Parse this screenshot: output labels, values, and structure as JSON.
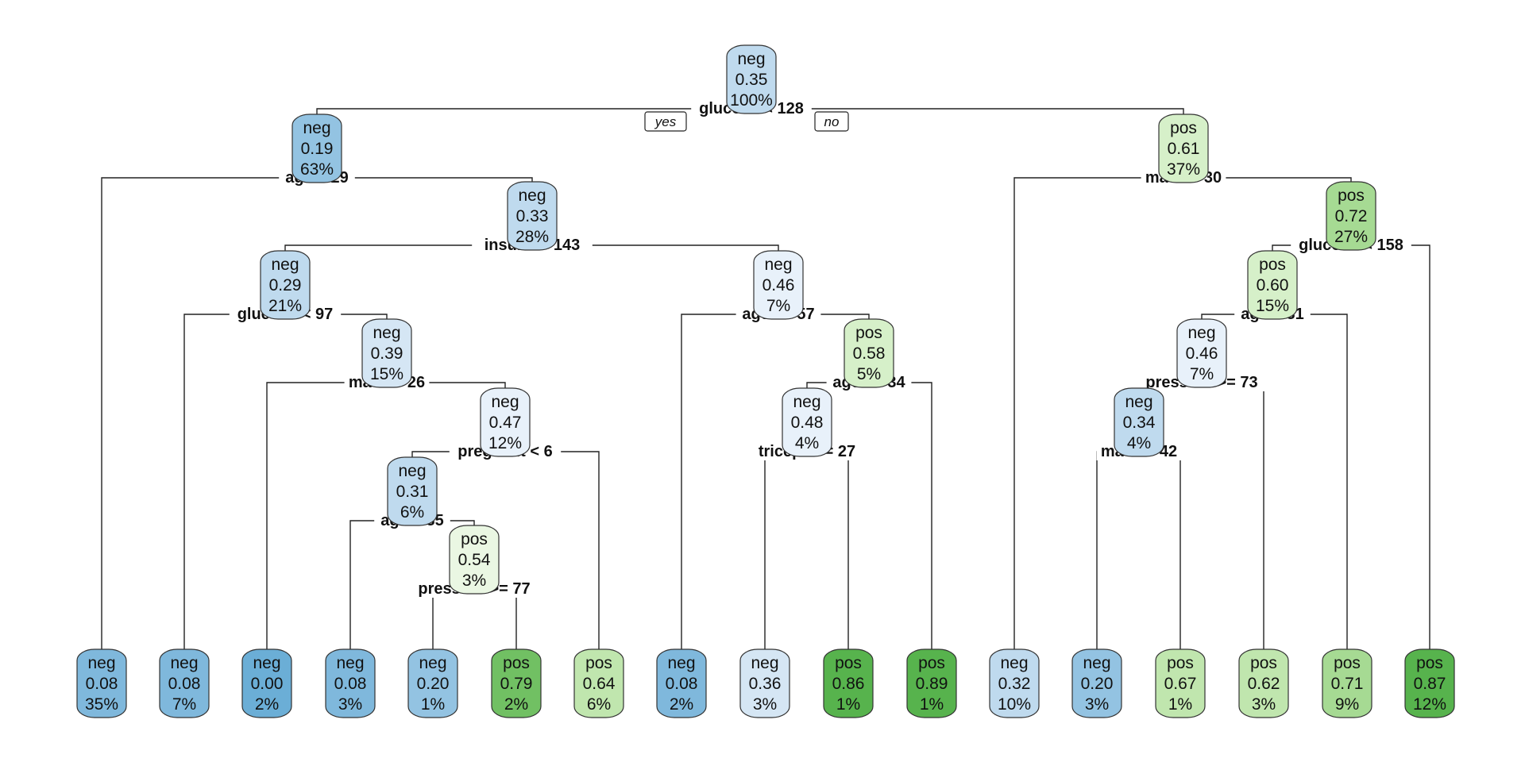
{
  "colors": {
    "neg_scale": [
      "#6baed6",
      "#7fb8dc",
      "#93c3e2",
      "#a9cfe8",
      "#bfdaee",
      "#d5e6f4",
      "#e8f1fa"
    ],
    "pos_scale": [
      "#eaf7e3",
      "#d6f0c9",
      "#c0e6ae",
      "#a6da93",
      "#8dce7b",
      "#71c063",
      "#57b34d"
    ],
    "edge": "#222222"
  },
  "edge_labels": {
    "yes": "yes",
    "no": "no"
  },
  "tree": {
    "nodes": [
      {
        "id": "root",
        "class": "neg",
        "prob": "0.35",
        "pct": "100%",
        "split": "glucose < 128"
      },
      {
        "id": "n2",
        "class": "neg",
        "prob": "0.19",
        "pct": "63%",
        "split": "age < 29"
      },
      {
        "id": "n3",
        "class": "pos",
        "prob": "0.61",
        "pct": "37%",
        "split": "mass < 30"
      },
      {
        "id": "n5",
        "class": "neg",
        "prob": "0.33",
        "pct": "28%",
        "split": "insulin < 143"
      },
      {
        "id": "n10",
        "class": "neg",
        "prob": "0.29",
        "pct": "21%",
        "split": "glucose < 97"
      },
      {
        "id": "n21",
        "class": "neg",
        "prob": "0.39",
        "pct": "15%",
        "split": "mass < 26"
      },
      {
        "id": "n43",
        "class": "neg",
        "prob": "0.47",
        "pct": "12%",
        "split": "pregnant < 6"
      },
      {
        "id": "n86",
        "class": "neg",
        "prob": "0.31",
        "pct": "6%",
        "split": "age < 35"
      },
      {
        "id": "n173",
        "class": "pos",
        "prob": "0.54",
        "pct": "3%",
        "split": "pressure >= 77"
      },
      {
        "id": "n11",
        "class": "neg",
        "prob": "0.46",
        "pct": "7%",
        "split": "age >= 57"
      },
      {
        "id": "n23",
        "class": "pos",
        "prob": "0.58",
        "pct": "5%",
        "split": "age >= 34"
      },
      {
        "id": "n46",
        "class": "neg",
        "prob": "0.48",
        "pct": "4%",
        "split": "triceps >= 27"
      },
      {
        "id": "n7",
        "class": "pos",
        "prob": "0.72",
        "pct": "27%",
        "split": "glucose < 158"
      },
      {
        "id": "n14",
        "class": "pos",
        "prob": "0.60",
        "pct": "15%",
        "split": "age < 31"
      },
      {
        "id": "n28",
        "class": "neg",
        "prob": "0.46",
        "pct": "7%",
        "split": "pressure >= 73"
      },
      {
        "id": "n57",
        "class": "neg",
        "prob": "0.34",
        "pct": "4%",
        "split": "mass < 42"
      },
      {
        "id": "L1",
        "class": "neg",
        "prob": "0.08",
        "pct": "35%",
        "split": ""
      },
      {
        "id": "L2",
        "class": "neg",
        "prob": "0.08",
        "pct": "7%",
        "split": ""
      },
      {
        "id": "L3",
        "class": "neg",
        "prob": "0.00",
        "pct": "2%",
        "split": ""
      },
      {
        "id": "L4",
        "class": "neg",
        "prob": "0.08",
        "pct": "3%",
        "split": ""
      },
      {
        "id": "L5",
        "class": "neg",
        "prob": "0.20",
        "pct": "1%",
        "split": ""
      },
      {
        "id": "L6",
        "class": "pos",
        "prob": "0.79",
        "pct": "2%",
        "split": ""
      },
      {
        "id": "L7",
        "class": "pos",
        "prob": "0.64",
        "pct": "6%",
        "split": ""
      },
      {
        "id": "L8",
        "class": "neg",
        "prob": "0.08",
        "pct": "2%",
        "split": ""
      },
      {
        "id": "L9",
        "class": "neg",
        "prob": "0.36",
        "pct": "3%",
        "split": ""
      },
      {
        "id": "L10",
        "class": "pos",
        "prob": "0.86",
        "pct": "1%",
        "split": ""
      },
      {
        "id": "L11",
        "class": "pos",
        "prob": "0.89",
        "pct": "1%",
        "split": ""
      },
      {
        "id": "L12",
        "class": "neg",
        "prob": "0.32",
        "pct": "10%",
        "split": ""
      },
      {
        "id": "L13",
        "class": "neg",
        "prob": "0.20",
        "pct": "3%",
        "split": ""
      },
      {
        "id": "L14",
        "class": "pos",
        "prob": "0.67",
        "pct": "1%",
        "split": ""
      },
      {
        "id": "L15",
        "class": "pos",
        "prob": "0.62",
        "pct": "3%",
        "split": ""
      },
      {
        "id": "L16",
        "class": "pos",
        "prob": "0.71",
        "pct": "9%",
        "split": ""
      },
      {
        "id": "L17",
        "class": "pos",
        "prob": "0.87",
        "pct": "12%",
        "split": ""
      }
    ],
    "edges": [
      [
        "root",
        "n2"
      ],
      [
        "root",
        "n3"
      ],
      [
        "n2",
        "L1"
      ],
      [
        "n2",
        "n5"
      ],
      [
        "n5",
        "n10"
      ],
      [
        "n5",
        "n11"
      ],
      [
        "n10",
        "L2"
      ],
      [
        "n10",
        "n21"
      ],
      [
        "n21",
        "L3"
      ],
      [
        "n21",
        "n43"
      ],
      [
        "n43",
        "n86"
      ],
      [
        "n43",
        "L7"
      ],
      [
        "n86",
        "L4"
      ],
      [
        "n86",
        "n173"
      ],
      [
        "n173",
        "L5"
      ],
      [
        "n173",
        "L6"
      ],
      [
        "n11",
        "L8"
      ],
      [
        "n11",
        "n23"
      ],
      [
        "n23",
        "n46"
      ],
      [
        "n23",
        "L11"
      ],
      [
        "n46",
        "L9"
      ],
      [
        "n46",
        "L10"
      ],
      [
        "n3",
        "L12"
      ],
      [
        "n3",
        "n7"
      ],
      [
        "n7",
        "n14"
      ],
      [
        "n7",
        "L17"
      ],
      [
        "n14",
        "n28"
      ],
      [
        "n14",
        "L16"
      ],
      [
        "n28",
        "n57"
      ],
      [
        "n28",
        "L15"
      ],
      [
        "n57",
        "L13"
      ],
      [
        "n57",
        "L14"
      ]
    ]
  }
}
